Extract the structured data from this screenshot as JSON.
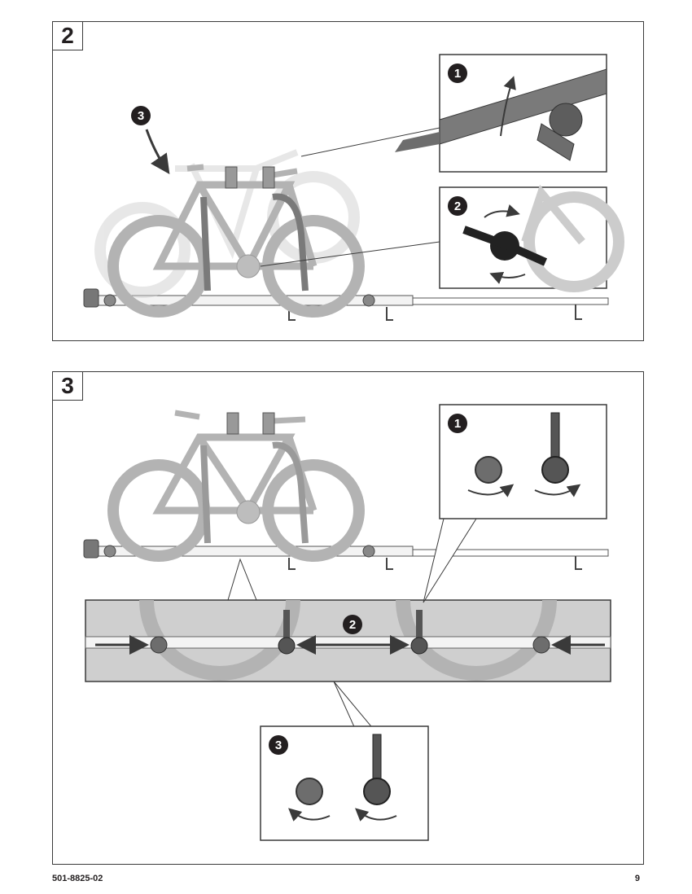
{
  "steps": {
    "panel_a": {
      "number": "2",
      "callouts": [
        "1",
        "2",
        "3"
      ]
    },
    "panel_b": {
      "number": "3",
      "callouts": [
        "1",
        "2",
        "3"
      ]
    }
  },
  "footer": {
    "doc_code": "501-8825-02",
    "page_number": "9"
  },
  "colors": {
    "line": "#3a3a3a",
    "ghost": "#c9c9c9",
    "bike": "#b3b3b3",
    "knob": "#6d6d6d",
    "highlight": "#cfcfcf"
  },
  "icons": [
    "bike-icon",
    "rotate-arrow-icon",
    "push-arrow-icon",
    "wheel-clamp-icon",
    "knob-icon",
    "callout-badge-icon"
  ]
}
